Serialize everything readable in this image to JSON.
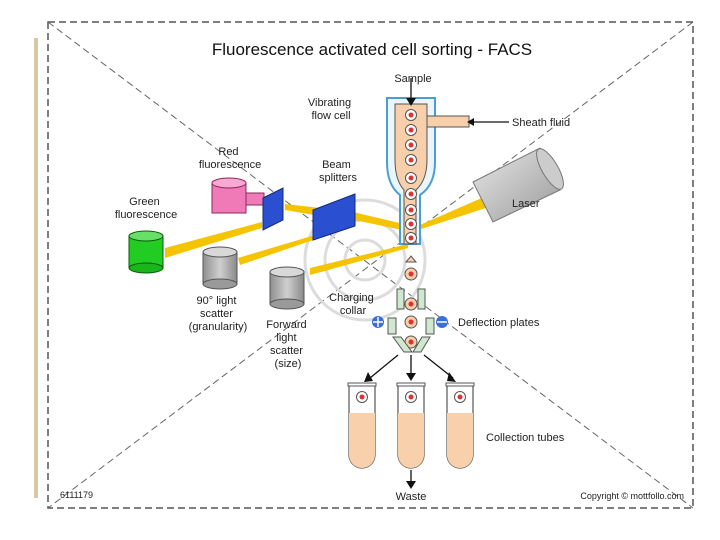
{
  "title": "Fluorescence activated cell sorting - FACS",
  "labels": {
    "sample": "Sample",
    "vibrating_flow_cell": [
      "Vibrating",
      "flow cell"
    ],
    "sheath_fluid": "Sheath fluid",
    "red_fluorescence": [
      "Red",
      "fluorescence"
    ],
    "beam_splitters": [
      "Beam",
      "splitters"
    ],
    "green_fluorescence": [
      "Green",
      "fluorescence"
    ],
    "laser": "Laser",
    "side_scatter": [
      "90° light",
      "scatter",
      "(granularity)"
    ],
    "forward_scatter": [
      "Forward",
      "light",
      "scatter",
      "(size)"
    ],
    "charging_collar": [
      "Charging",
      "collar"
    ],
    "deflection_plates": "Deflection plates",
    "collection_tubes": "Collection tubes",
    "waste": "Waste"
  },
  "footer": {
    "figure_id": "6111179",
    "copyright": "Copyright © mottfollo.com"
  },
  "colors": {
    "flow_cell": "#f7cfaa",
    "cell_fill": "#ffffff",
    "cell_dot": "#e03030",
    "red_detector": "#f07ab8",
    "green_detector": "#22cc22",
    "scatter_detector": "#a9a9a9",
    "splitter": "#2a4fd0",
    "laser_beam": "#f5c400",
    "laser_body": "#bdbdbd",
    "plate": "#cfe8cf",
    "tube_fill": "#f8d1ac",
    "border_accent": "#d8c6a4"
  }
}
